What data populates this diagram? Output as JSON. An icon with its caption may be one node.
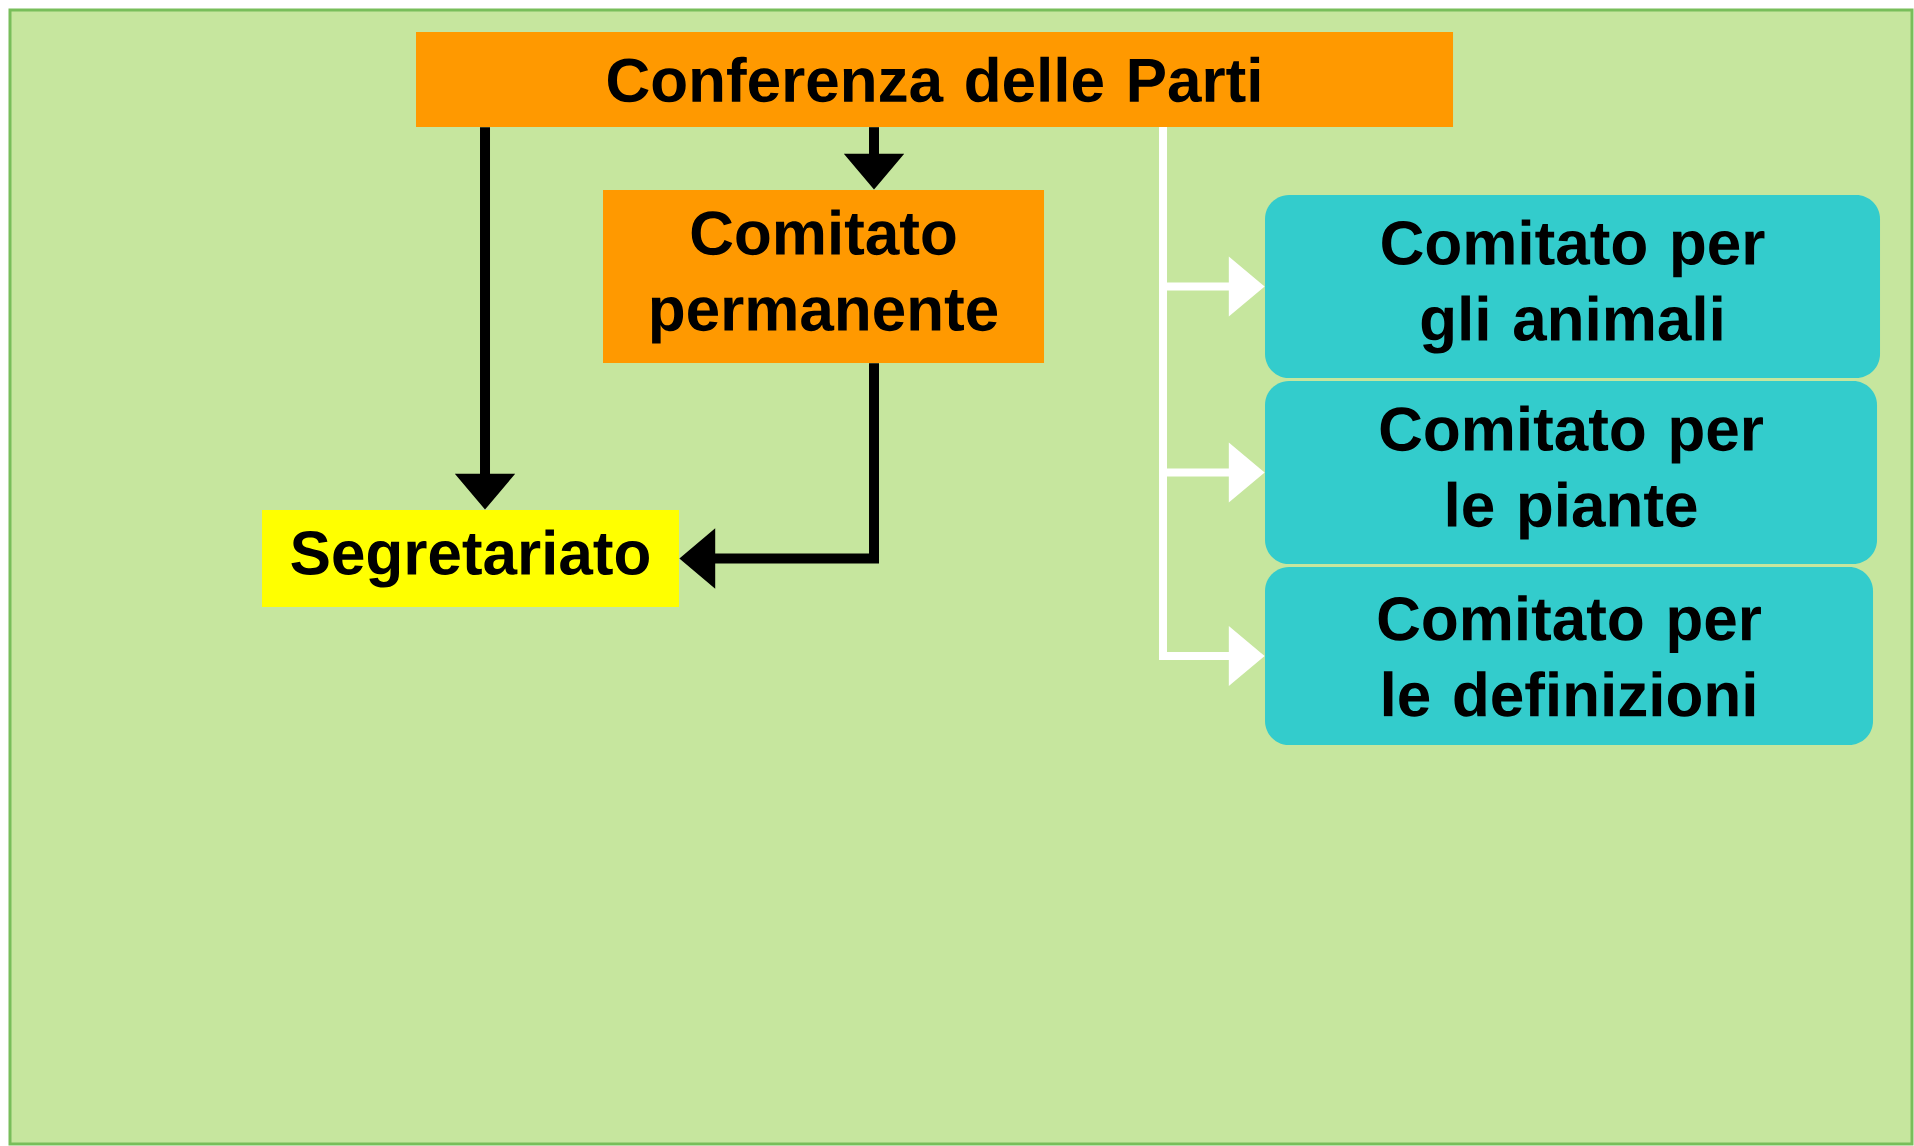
{
  "diagram": {
    "nodes": [
      {
        "text": [
          "Conferenza delle Parti"
        ]
      },
      {
        "text": [
          "Comitato permanente"
        ]
      },
      {
        "text": [
          "Segretariato"
        ]
      },
      {
        "text": [
          "Comitato per gli animali"
        ]
      },
      {
        "text": [
          "Comitato per le piante"
        ]
      },
      {
        "text": [
          "Comitato per le definizioni"
        ]
      }
    ],
    "edges": [
      {
        "from": 0,
        "to": 2,
        "arrow": "to"
      },
      {
        "from": 0,
        "to": 1,
        "arrow": "to"
      },
      {
        "from": 1,
        "to": 2,
        "arrow": "to"
      },
      {
        "from": 0,
        "to": 3,
        "arrow": "to",
        "color": "#ffffff"
      },
      {
        "from": 0,
        "to": 4,
        "arrow": "to",
        "color": "#ffffff"
      },
      {
        "from": 0,
        "to": 5,
        "arrow": "to",
        "color": "#ffffff"
      }
    ]
  }
}
